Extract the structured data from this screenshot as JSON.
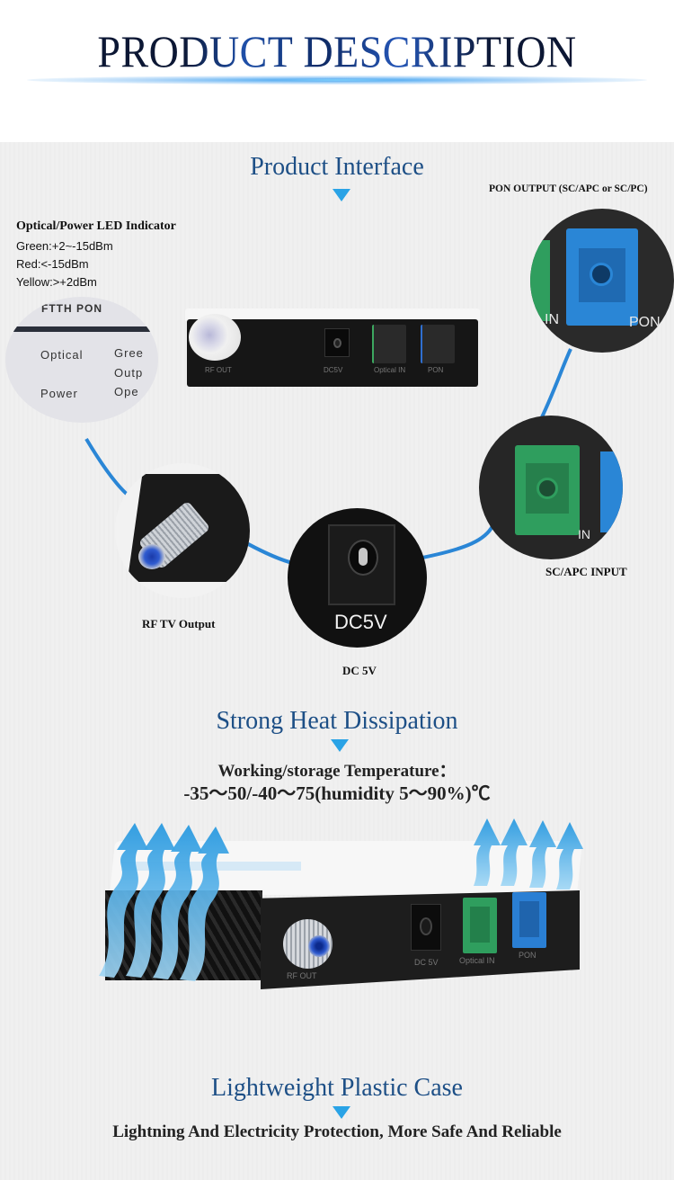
{
  "header": {
    "title": "PRODUCT DESCRIPTION"
  },
  "sections": {
    "interface": {
      "title": "Product Interface",
      "led": {
        "heading": "Optical/Power  LED Indicator",
        "lines": [
          "Green:+2~-15dBm",
          "Red:<-15dBm",
          "Yellow:>+2dBm"
        ],
        "panel_text": {
          "brand": "FTTH PON",
          "optical": "Optical",
          "power": "Power",
          "col2_1": "Gree",
          "col2_2": "Outp",
          "col2_3": "Ope"
        }
      },
      "device_ports": {
        "rf": "RF OUT",
        "dc": "DC5V",
        "optical": "Optical IN",
        "pon": "PON"
      },
      "callouts": {
        "pon_output": "PON OUTPUT (SC/APC or SC/PC)",
        "pon_in_label": "IN",
        "pon_label": "PON",
        "sc_apc_input": "SC/APC INPUT",
        "sc_in_label": "IN",
        "rf_tv_output": "RF TV Output",
        "dc_label_on_jack": "DC5V",
        "dc_5v": "DC 5V"
      }
    },
    "heat": {
      "title": "Strong Heat Dissipation",
      "temp_line1": "Working/storage Temperature：",
      "temp_line2": "-35～50/-40～75(humidity 5～90%)℃",
      "ports": {
        "rf": "RF OUT",
        "dc": "DC 5V",
        "optical": "Optical IN",
        "pon": "PON"
      }
    },
    "case": {
      "title": "Lightweight Plastic Case",
      "subtitle": "Lightning And Electricity Protection, More Safe And Reliable"
    }
  },
  "colors": {
    "title_navy": "#0f1a3a",
    "section_blue": "#1d4f86",
    "arrow_blue": "#2aa3e6",
    "cable_blue": "#2a86d6",
    "sc_green": "#2f9e5e",
    "pon_blue": "#2a7fd4",
    "background": "#f0f0f0"
  }
}
